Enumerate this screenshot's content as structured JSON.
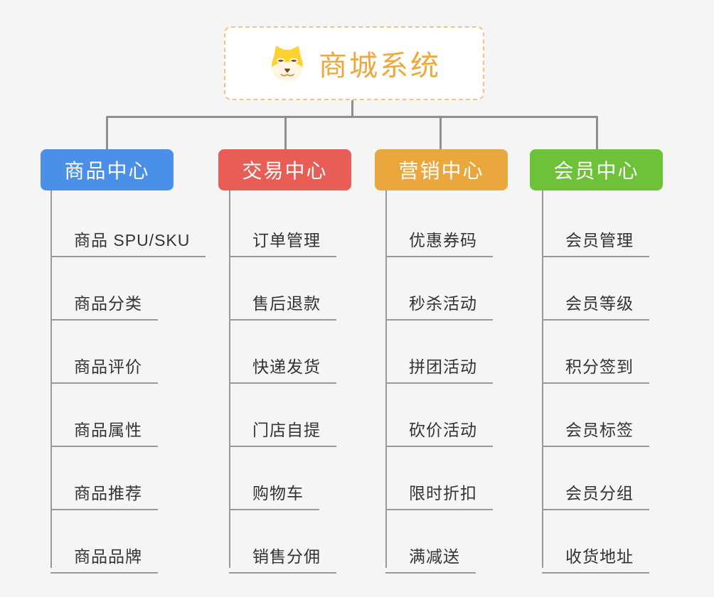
{
  "root": {
    "title": "商城系统",
    "icon": "dog-icon"
  },
  "branches": [
    {
      "label": "商品中心",
      "color": "#4A8FE8",
      "children": [
        "商品 SPU/SKU",
        "商品分类",
        "商品评价",
        "商品属性",
        "商品推荐",
        "商品品牌"
      ]
    },
    {
      "label": "交易中心",
      "color": "#E85E57",
      "children": [
        "订单管理",
        "售后退款",
        "快递发货",
        "门店自提",
        "购物车",
        "销售分佣"
      ]
    },
    {
      "label": "营销中心",
      "color": "#EAA73E",
      "children": [
        "优惠券码",
        "秒杀活动",
        "拼团活动",
        "砍价活动",
        "限时折扣",
        "满减送"
      ]
    },
    {
      "label": "会员中心",
      "color": "#6EC239",
      "children": [
        "会员管理",
        "会员等级",
        "积分签到",
        "会员标签",
        "会员分组",
        "收货地址"
      ]
    }
  ],
  "colors": {
    "background": "#f5f5f5",
    "root_border": "#F3C57F",
    "root_text": "#F0A73C",
    "connector": "#8F8F8F",
    "leaf_underline": "#999999",
    "leaf_text": "#333333"
  }
}
